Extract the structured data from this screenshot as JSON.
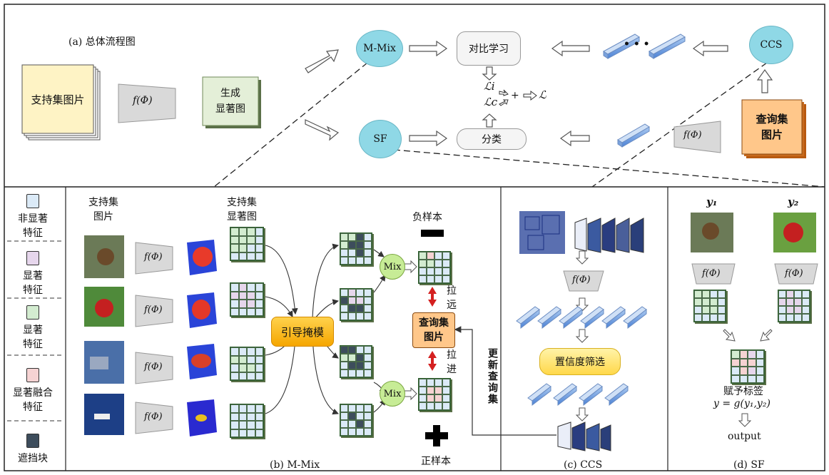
{
  "top_panel": {
    "caption": "(a) 总体流程图",
    "support_images": "支持集图片",
    "f_phi": "f(Φ)",
    "gen_saliency": [
      "生成",
      "显著图"
    ],
    "mmix": "M-Mix",
    "sf": "SF",
    "contrastive": "对比学习",
    "classify": "分类",
    "ccs": "CCS",
    "query_images": [
      "查询集",
      "图片"
    ],
    "loss_i": "ℒi",
    "loss_c": "ℒc",
    "loss_total": "ℒ",
    "plus": "+",
    "dots": "• • •"
  },
  "legend": {
    "items": [
      {
        "label": [
          "非显著",
          "特征"
        ],
        "color": "#dbeaf7"
      },
      {
        "label": [
          "显著",
          "特征"
        ],
        "color": "#e6d6ec"
      },
      {
        "label": [
          "显著",
          "特征"
        ],
        "color": "#d3ecd0"
      },
      {
        "label": [
          "显著融合",
          "特征"
        ],
        "color": "#f6d3d3"
      },
      {
        "label": [
          "遮挡块"
        ],
        "color": "#3d4d5c"
      }
    ]
  },
  "mmix_panel": {
    "caption": "(b) M-Mix",
    "support_images": [
      "支持集",
      "图片"
    ],
    "support_saliency": [
      "支持集",
      "显著图"
    ],
    "f_phi": "f(Φ)",
    "guided_mask": "引导掩模",
    "mix": "Mix",
    "negative": "负样本",
    "positive": "正样本",
    "pull_away": [
      "拉",
      "远"
    ],
    "pull_close": [
      "拉",
      "进"
    ],
    "query_images": [
      "查询集",
      "图片"
    ],
    "update_query": "更新查询集"
  },
  "ccs_panel": {
    "caption": "(c) CCS",
    "f_phi": "f(Φ)",
    "confidence_filter": "置信度筛选"
  },
  "sf_panel": {
    "caption": "(d) SF",
    "y1": "y₁",
    "y2": "y₂",
    "f_phi": "f(Φ)",
    "assign_label": "赋予标签",
    "formula": "y = g(y₁,y₂)",
    "output": "output"
  }
}
